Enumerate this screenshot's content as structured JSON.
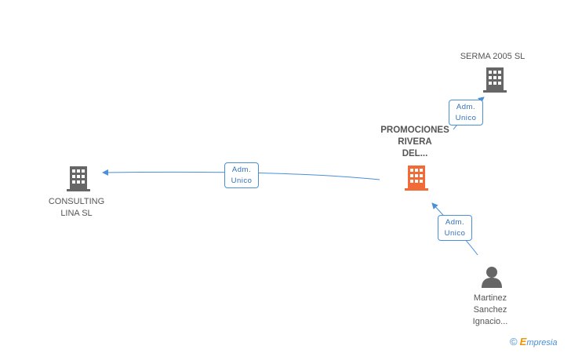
{
  "nodes": {
    "main_company": {
      "lines": [
        "PROMOCIONES",
        "RIVERA",
        "DEL..."
      ],
      "color": "#f26a35"
    },
    "consulting": {
      "lines": [
        "CONSULTING",
        "LINA SL"
      ],
      "color": "#666666"
    },
    "serma": {
      "lines": [
        "SERMA 2005 SL"
      ],
      "color": "#666666"
    },
    "person": {
      "lines": [
        "Martinez",
        "Sanchez",
        "Ignacio..."
      ],
      "color": "#666666"
    }
  },
  "edges": [
    {
      "from": "main_company",
      "to": "consulting",
      "label": [
        "Adm.",
        "Unico"
      ]
    },
    {
      "from": "main_company",
      "to": "serma",
      "label": [
        "Adm.",
        "Unico"
      ]
    },
    {
      "from": "person",
      "to": "main_company",
      "label": [
        "Adm.",
        "Unico"
      ]
    }
  ],
  "colors": {
    "edge": "#4a8fd8"
  },
  "brand": {
    "copyright": "©",
    "name_first": "E",
    "name_rest": "mpresia"
  }
}
